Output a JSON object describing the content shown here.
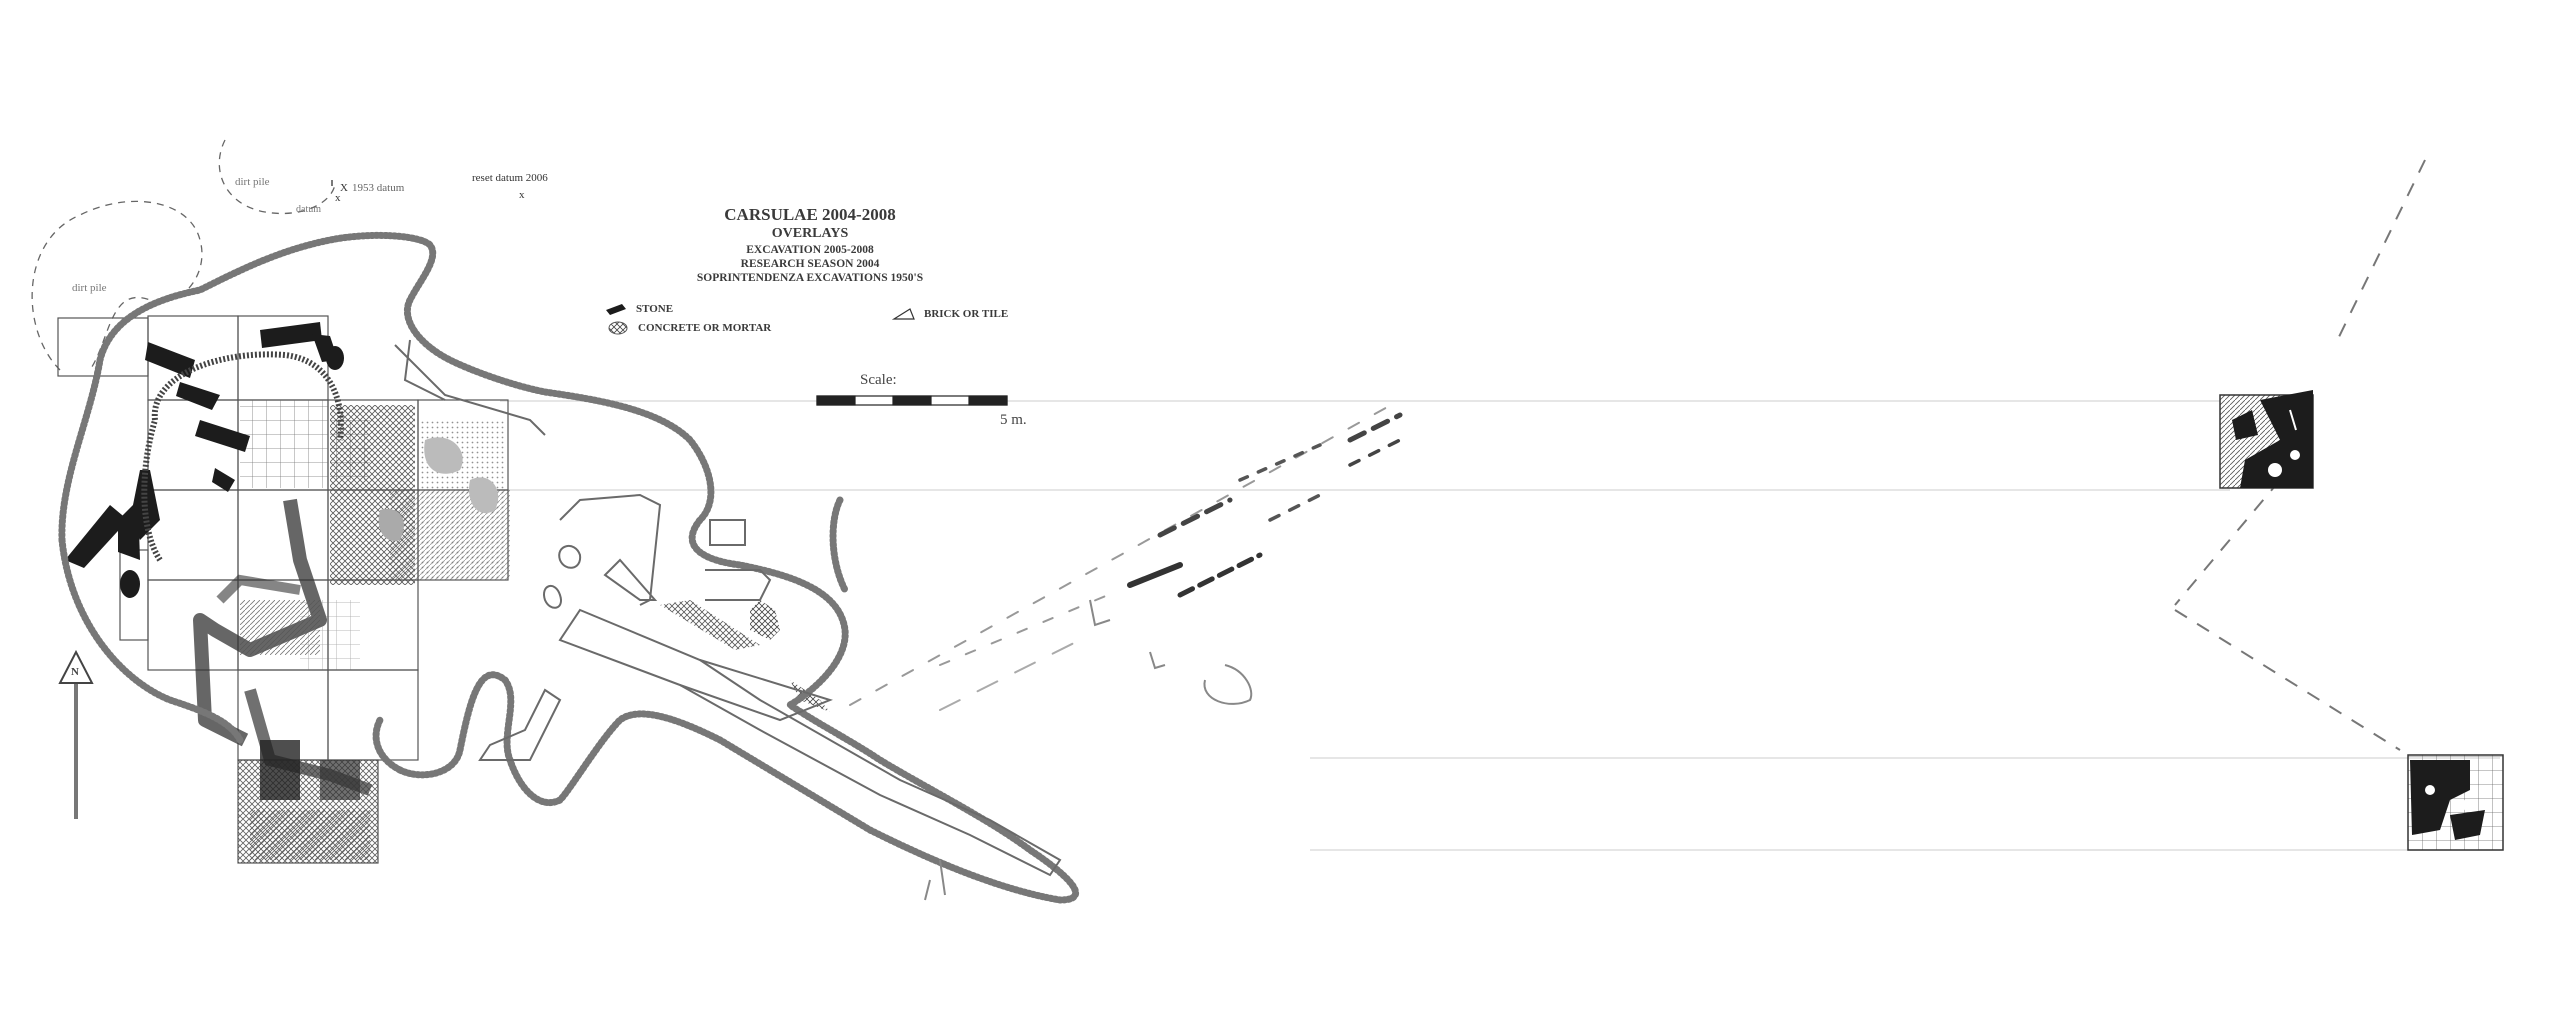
{
  "title": {
    "main": "CARSULAE 2004-2008",
    "sub": "OVERLAYS",
    "lines": [
      "EXCAVATION 2005-2008",
      "RESEARCH SEASON 2004",
      "SOPRINTENDENZA EXCAVATIONS 1950'S"
    ]
  },
  "legend": {
    "stone": "STONE",
    "concrete": "CONCRETE OR MORTAR",
    "brick": "BRICK OR TILE"
  },
  "scale": {
    "label": "Scale:",
    "value": "5 m."
  },
  "labels": {
    "dirt_pile_1": "dirt pile",
    "dirt_pile_2": "dirt pile",
    "datum": "datum",
    "datum_1953": "1953 datum",
    "reset_datum": "reset datum 2006",
    "x_mark": "x",
    "x_mark_big": "X",
    "north": "N"
  },
  "colors": {
    "ink": "#2a2a2a",
    "faint": "#9a9a9a",
    "hatch": "#555555"
  }
}
